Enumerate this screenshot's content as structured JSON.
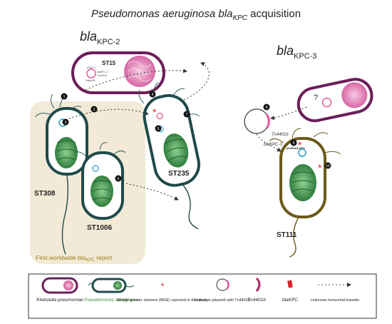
{
  "title": {
    "italic": "Pseudomonas aeruginosa bla",
    "sub": "KPC",
    "rest": " acquisition"
  },
  "panels": {
    "left": {
      "gene": "bla",
      "sub": "KPC-2"
    },
    "right": {
      "gene": "bla",
      "sub": "KPC-3"
    }
  },
  "strains": {
    "st15": "ST15",
    "st308": "ST308",
    "st1006": "ST1006",
    "st235": "ST235",
    "st111": "ST111"
  },
  "first_report": {
    "text": "First worldwide bla",
    "sub": "KPC",
    "rest": " report"
  },
  "steps": [
    "1",
    "2",
    "3",
    "4",
    "5",
    "6",
    "7",
    "8",
    "9",
    "10"
  ],
  "labels": {
    "question": "?",
    "tn4401b_inline": "Tn4401b",
    "blakpc3_inline": "blaKPC-3",
    "p10pae_kpc": "p10Pae3-KPC",
    "st15_plasmid1": "pCOL-1",
    "st15_plasmid2": "blaKPC-2",
    "st15_plasmid3": "Tn4401b",
    "st15_plasmid4": "24kpn33"
  },
  "legend": {
    "items": [
      {
        "label": "Klebsiella pneumoniae",
        "italic": true
      },
      {
        "label": "Pseudomonas aeruginosa",
        "italic": true,
        "color": "#3a8a3a"
      },
      {
        "label": "Mobile genetic element (MGE) reported in this study",
        "italic": false
      },
      {
        "label": "Unknown plasmid with Tn4401b",
        "italic": false
      },
      {
        "label": "Tn4401b",
        "italic": true
      },
      {
        "label": "blaKPC",
        "italic": true
      },
      {
        "label": "Unknown horizontal transfer",
        "italic": false
      }
    ]
  },
  "colors": {
    "kpneumo": "#6b1e5a",
    "paeru_dark": "#1f4a4a",
    "st111_brown": "#6b5a1a",
    "beige": "#f2ead6",
    "green": "#3f8f3f",
    "pink": "#e05a9a",
    "red": "#d8202a"
  }
}
